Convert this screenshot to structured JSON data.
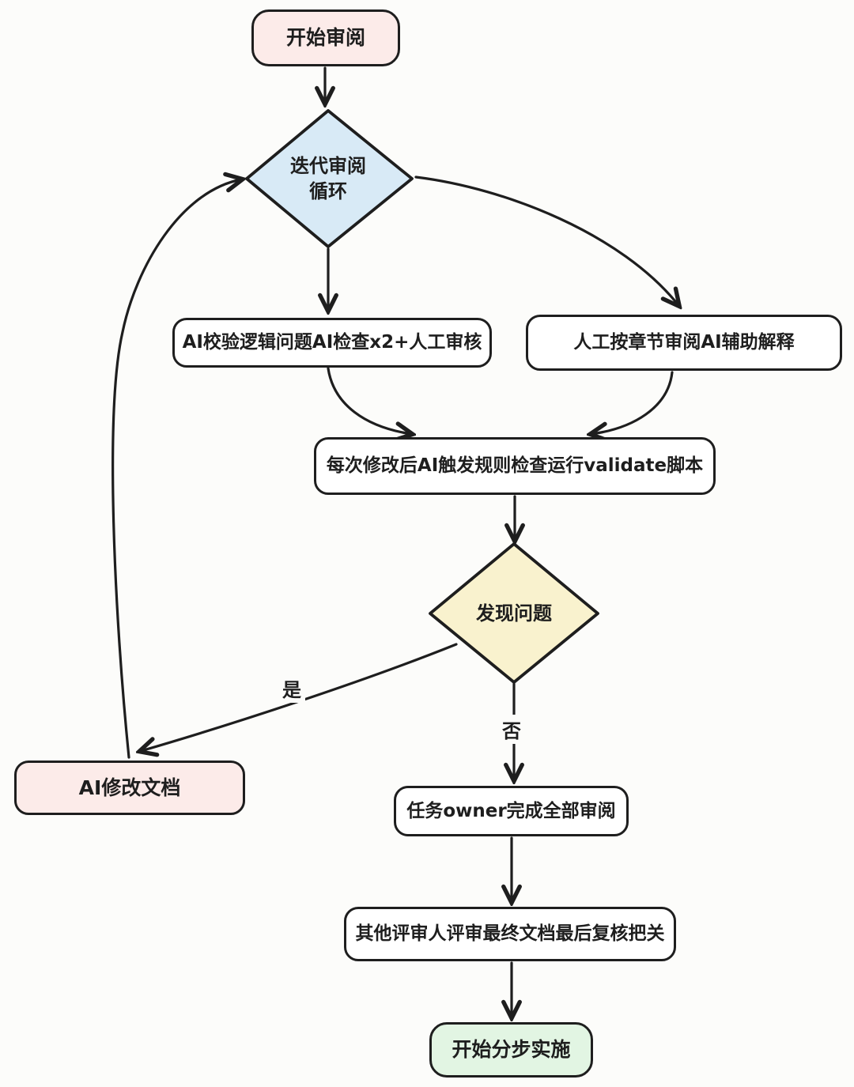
{
  "diagram": {
    "type": "flowchart",
    "nodes": {
      "start": {
        "label": "开始审阅"
      },
      "loop_diamond": {
        "label_line1": "迭代审阅",
        "label_line2": "循环"
      },
      "ai_check": {
        "label": "AI校验逻辑问题AI检查x2+人工审核"
      },
      "human_review": {
        "label": "人工按章节审阅AI辅助解释"
      },
      "validate": {
        "label": "每次修改后AI触发规则检查运行validate脚本"
      },
      "issue_diamond": {
        "label": "发现问题"
      },
      "ai_modify": {
        "label": "AI修改文档"
      },
      "owner_done": {
        "label": "任务owner完成全部审阅"
      },
      "final_review": {
        "label": "其他评审人评审最终文档最后复核把关"
      },
      "end": {
        "label": "开始分步实施"
      }
    },
    "edge_labels": {
      "yes": "是",
      "no": "否"
    },
    "colors": {
      "stroke": "#1e1e1e",
      "pink": "#fcebe9",
      "blue": "#d8eaf6",
      "yellow": "#f9f2ce",
      "green": "#e2f5e3",
      "white": "#ffffff",
      "background": "#fcfcfa"
    }
  }
}
